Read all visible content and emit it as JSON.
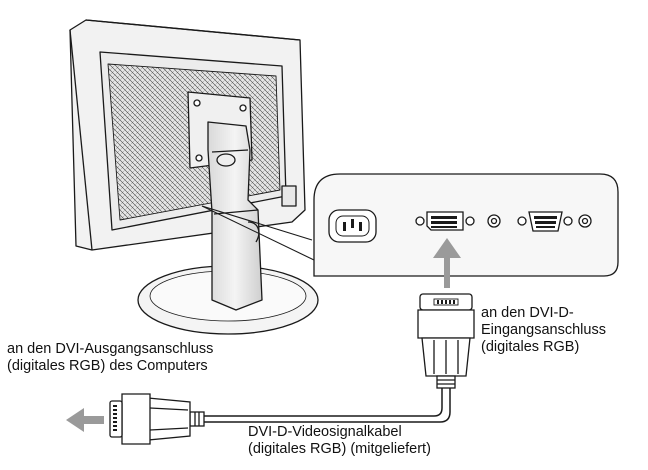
{
  "labels": {
    "dvi_input": [
      "an den DVI-D-",
      "Eingangsanschluss",
      "(digitales RGB)"
    ],
    "dvi_output": [
      "an den DVI-Ausgangsanschluss",
      "(digitales RGB) des Computers"
    ],
    "cable": [
      "DVI-D-Videosignalkabel",
      "(digitales RGB) (mitgeliefert)"
    ]
  },
  "colors": {
    "line": "#1a1a1a",
    "monitor_back": "#f2f2f2",
    "panel": "#f7f7f7",
    "arrow": "#9a9a9a"
  }
}
